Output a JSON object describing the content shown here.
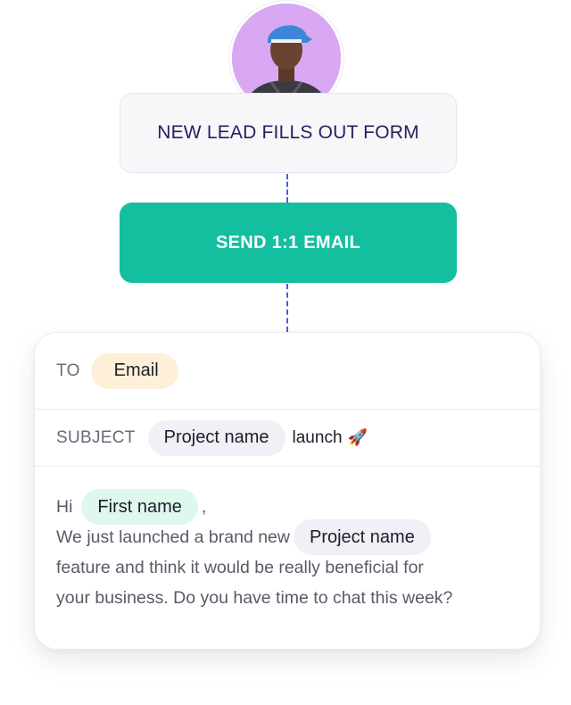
{
  "avatar": {
    "icon": "person-avatar-icon",
    "background": "#d8a8f2"
  },
  "trigger": {
    "label": "NEW LEAD FILLS OUT FORM"
  },
  "action": {
    "label": "SEND 1:1 EMAIL",
    "color": "#14bf9f"
  },
  "email": {
    "to_label": "TO",
    "to_token": "Email",
    "subject_label": "SUBJECT",
    "subject_token": "Project name",
    "subject_suffix": "launch",
    "subject_emoji": "🚀",
    "body": {
      "greeting": "Hi",
      "first_name_token": "First name",
      "greeting_punct": ",",
      "line2_text": "We just launched a brand new",
      "project_token": "Project name",
      "line3_text": "feature and think it would be really beneficial for",
      "line4_text": "your business. Do you have time to chat this week?"
    }
  }
}
